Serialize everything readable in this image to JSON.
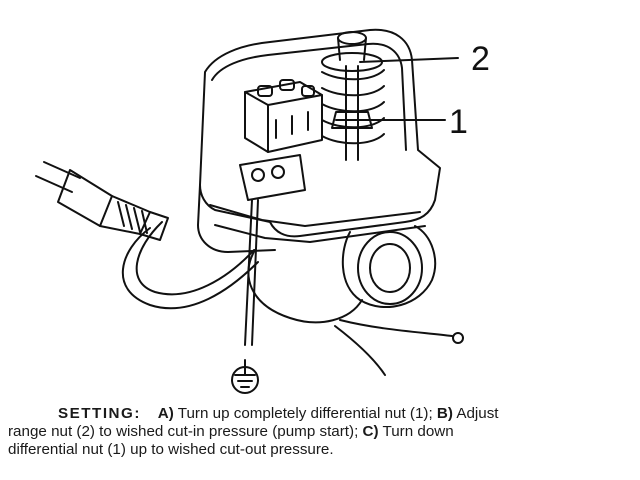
{
  "callouts": {
    "label_2": "2",
    "label_1": "1"
  },
  "caption": {
    "heading": "SETTING:",
    "step_a_letter": "A)",
    "step_a_text": " Turn up completely differential nut (1); ",
    "step_b_letter": "B)",
    "step_b_text_1": " Adjust",
    "step_b_text_2": "range nut (2) to wished cut-in pressure (pump start); ",
    "step_c_letter": "C)",
    "step_c_text_1": " Turn down",
    "step_c_text_2": "differential nut (1) up to wished cut-out pressure."
  },
  "colors": {
    "line": "#111111",
    "background": "#ffffff"
  },
  "icons": [
    "ground-symbol-icon",
    "power-plug-icon",
    "spring-icon",
    "nut-icon"
  ]
}
